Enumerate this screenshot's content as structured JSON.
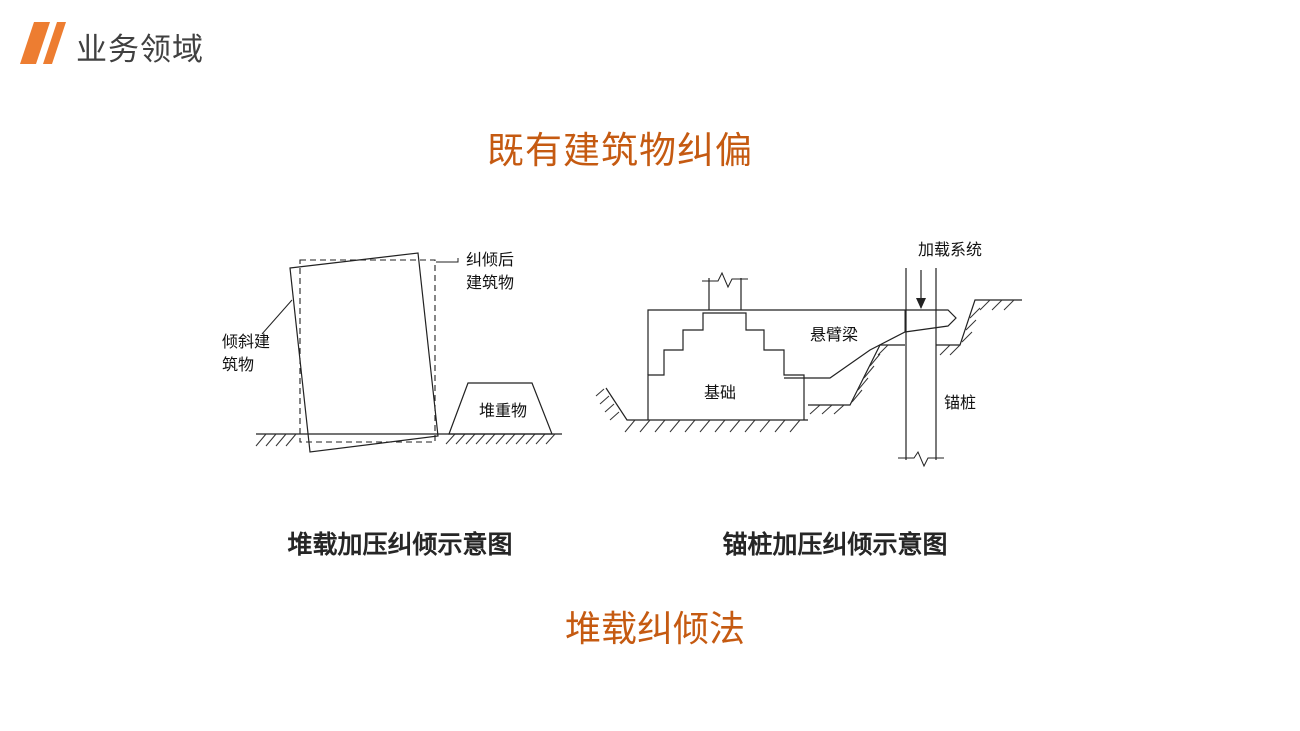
{
  "header": {
    "title": "业务领域"
  },
  "main_title": "既有建筑物纠偏",
  "diagram_left": {
    "label_tilted_line1": "倾斜建",
    "label_tilted_line2": "筑物",
    "label_corrected_line1": "纠倾后",
    "label_corrected_line2": "建筑物",
    "label_weight": "堆重物",
    "caption": "堆载加压纠倾示意图"
  },
  "diagram_right": {
    "label_loading": "加载系统",
    "label_beam": "悬臂梁",
    "label_foundation": "基础",
    "label_pile": "锚桩",
    "caption": "锚桩加压纠倾示意图"
  },
  "sub_title": "堆载纠倾法",
  "colors": {
    "accent": "#c55a11",
    "logo": "#ed7d31",
    "header_text": "#404040"
  }
}
